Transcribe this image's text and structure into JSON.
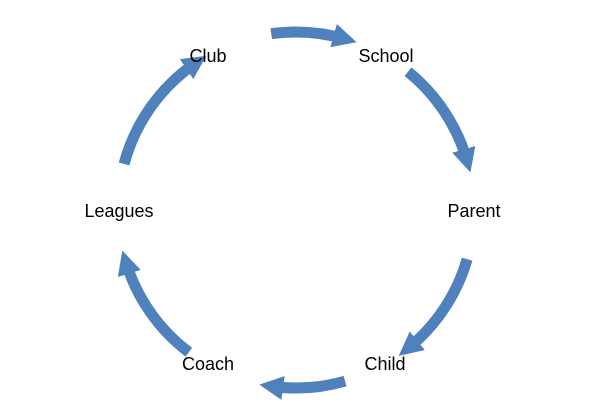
{
  "diagram": {
    "type": "cycle",
    "arrow_color": "#4f81bd",
    "text_color": "#000000",
    "nodes": [
      {
        "id": "club",
        "label": "Club"
      },
      {
        "id": "school",
        "label": "School"
      },
      {
        "id": "parent",
        "label": "Parent"
      },
      {
        "id": "child",
        "label": "Child"
      },
      {
        "id": "coach",
        "label": "Coach"
      },
      {
        "id": "leagues",
        "label": "Leagues"
      }
    ],
    "edges": [
      {
        "from": "club",
        "to": "school"
      },
      {
        "from": "school",
        "to": "parent"
      },
      {
        "from": "parent",
        "to": "child"
      },
      {
        "from": "child",
        "to": "coach"
      },
      {
        "from": "coach",
        "to": "leagues"
      },
      {
        "from": "leagues",
        "to": "club"
      }
    ]
  }
}
